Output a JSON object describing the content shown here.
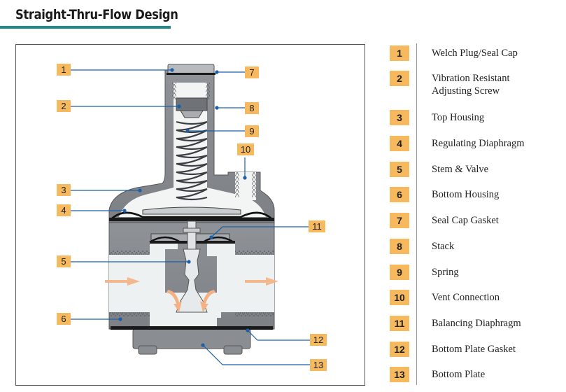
{
  "title": "Straight-Thru-Flow Design",
  "callouts": [
    {
      "num": "1"
    },
    {
      "num": "2"
    },
    {
      "num": "3"
    },
    {
      "num": "4"
    },
    {
      "num": "5"
    },
    {
      "num": "6"
    },
    {
      "num": "7"
    },
    {
      "num": "8"
    },
    {
      "num": "9"
    },
    {
      "num": "10"
    },
    {
      "num": "11"
    },
    {
      "num": "12"
    },
    {
      "num": "13"
    }
  ],
  "legend": [
    {
      "num": "1",
      "label": "Welch Plug/Seal Cap"
    },
    {
      "num": "2",
      "label": "Vibration Resistant\nAdjusting Screw"
    },
    {
      "num": "3",
      "label": "Top Housing"
    },
    {
      "num": "4",
      "label": "Regulating Diaphragm"
    },
    {
      "num": "5",
      "label": "Stem & Valve"
    },
    {
      "num": "6",
      "label": "Bottom Housing"
    },
    {
      "num": "7",
      "label": "Seal Cap Gasket"
    },
    {
      "num": "8",
      "label": "Stack"
    },
    {
      "num": "9",
      "label": "Spring"
    },
    {
      "num": "10",
      "label": "Vent Connection"
    },
    {
      "num": "11",
      "label": "Balancing Diaphragm"
    },
    {
      "num": "12",
      "label": "Bottom Plate Gasket"
    },
    {
      "num": "13",
      "label": "Bottom Plate"
    }
  ],
  "colors": {
    "accent_rule": "#1f8a8c",
    "label_box": "#f6b95d",
    "leader_line": "#1c5fa8",
    "housing_gray": "#8d9196",
    "flow_arrow": "#f4b183"
  }
}
